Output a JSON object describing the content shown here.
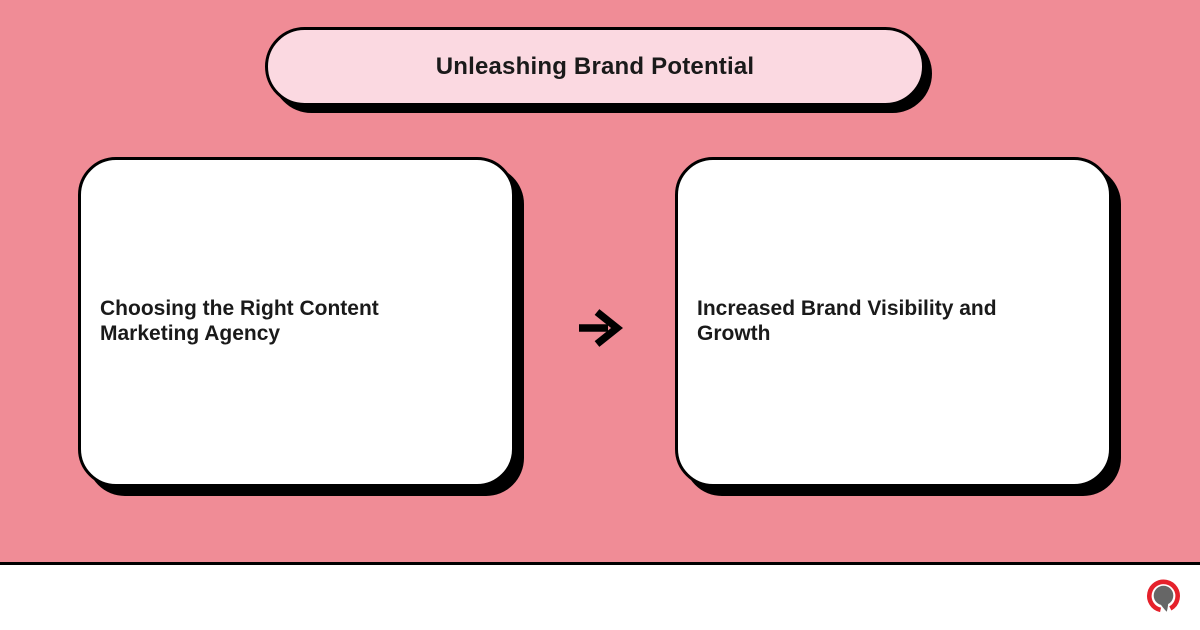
{
  "colors": {
    "background": "#F08C96",
    "pill_fill": "#FBD9E1",
    "card_fill": "#FFFFFF",
    "outline": "#000000",
    "text": "#1A1A1A",
    "footer_bg": "#FFFFFF",
    "logo_red": "#E5212B",
    "logo_gray": "#666666"
  },
  "header": {
    "title": "Unleashing Brand Potential"
  },
  "flow": {
    "source_card": {
      "label": "Choosing the Right Content Marketing Agency"
    },
    "connector": {
      "icon": "arrow-right-icon",
      "direction": "right"
    },
    "target_card": {
      "label": "Increased Brand Visibility and Growth"
    }
  },
  "footer": {
    "logo_icon": "speech-bubble-ring-logo"
  }
}
